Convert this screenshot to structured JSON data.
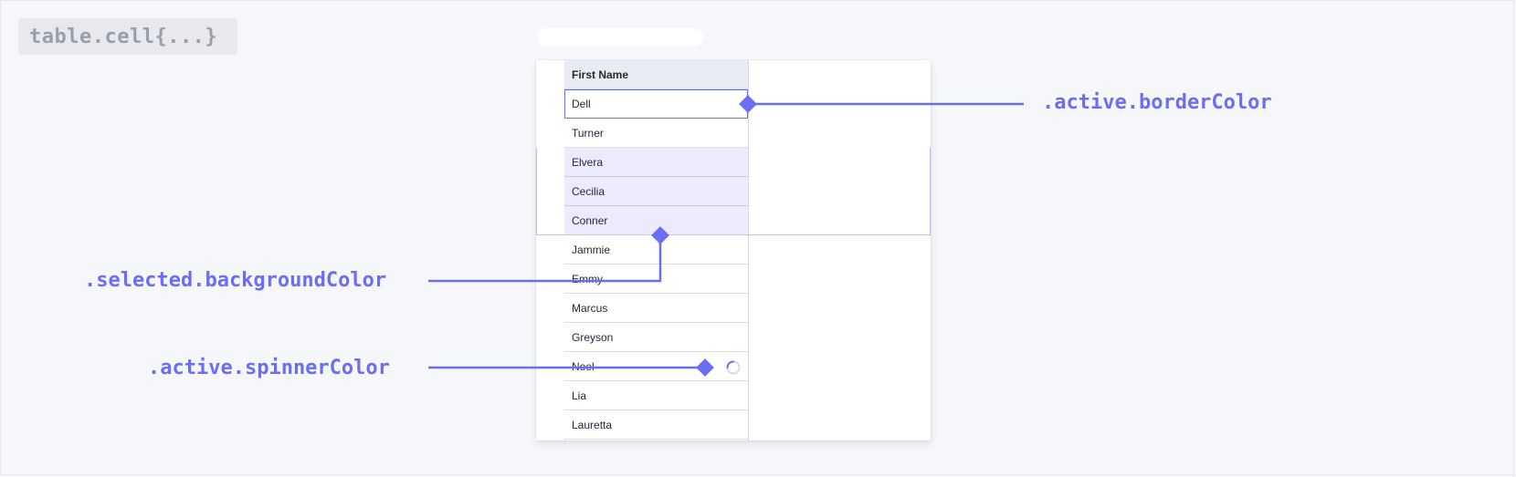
{
  "code_tag": "table.cell{...}",
  "table": {
    "header": "First Name",
    "rows": [
      {
        "name": "Dell",
        "state": "active"
      },
      {
        "name": "Turner",
        "state": "normal"
      },
      {
        "name": "Elvera",
        "state": "selected"
      },
      {
        "name": "Cecilia",
        "state": "selected"
      },
      {
        "name": "Conner",
        "state": "selected"
      },
      {
        "name": "Jammie",
        "state": "normal"
      },
      {
        "name": "Emmy",
        "state": "normal"
      },
      {
        "name": "Marcus",
        "state": "normal"
      },
      {
        "name": "Greyson",
        "state": "normal"
      },
      {
        "name": "Noel",
        "state": "loading"
      },
      {
        "name": "Lia",
        "state": "normal"
      },
      {
        "name": "Lauretta",
        "state": "normal"
      }
    ]
  },
  "annotations": {
    "active_border": ".active.borderColor",
    "selected_bg": ".selected.backgroundColor",
    "spinner": ".active.spinnerColor"
  },
  "colors": {
    "accent": "#6b6ef5",
    "active_border": "#6c70f2",
    "selected_background": "#ebebfd",
    "header_background": "#e9ecf2"
  },
  "icons": [
    "spinner-icon",
    "diamond-marker-icon"
  ]
}
